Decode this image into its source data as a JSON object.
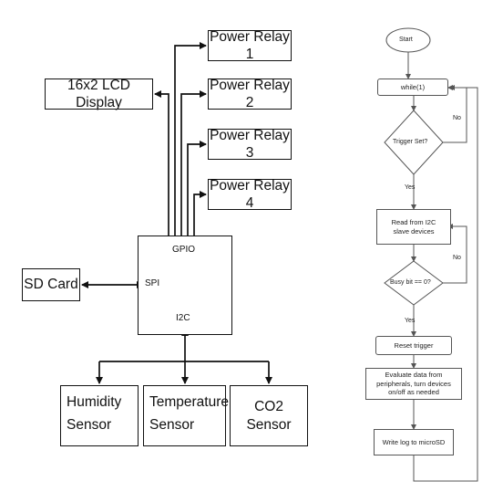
{
  "block_diagram": {
    "relay1": "Power Relay 1",
    "relay2": "Power Relay 2",
    "relay3": "Power Relay 3",
    "relay4": "Power Relay 4",
    "lcd": "16x2 LCD Display",
    "sd_card": "SD Card",
    "mcu_gpio": "GPIO",
    "mcu_spi": "SPI",
    "mcu_i2c": "I2C",
    "humidity": "Humidity Sensor",
    "temperature": "Temperature Sensor",
    "co2": "CO2 Sensor"
  },
  "flowchart": {
    "start": "Start",
    "loop": "while(1)",
    "decision1": "Trigger Set?",
    "decision1_no": "No",
    "decision1_yes": "Yes",
    "read_i2c": "Read from I2C slave devices",
    "decision2": "Busy bit == 0?",
    "decision2_no": "No",
    "decision2_yes": "Yes",
    "reset": "Reset trigger",
    "evaluate": "Evaluate data from peripherals, turn devices on/off as needed",
    "write_log": "Write log to microSD"
  }
}
